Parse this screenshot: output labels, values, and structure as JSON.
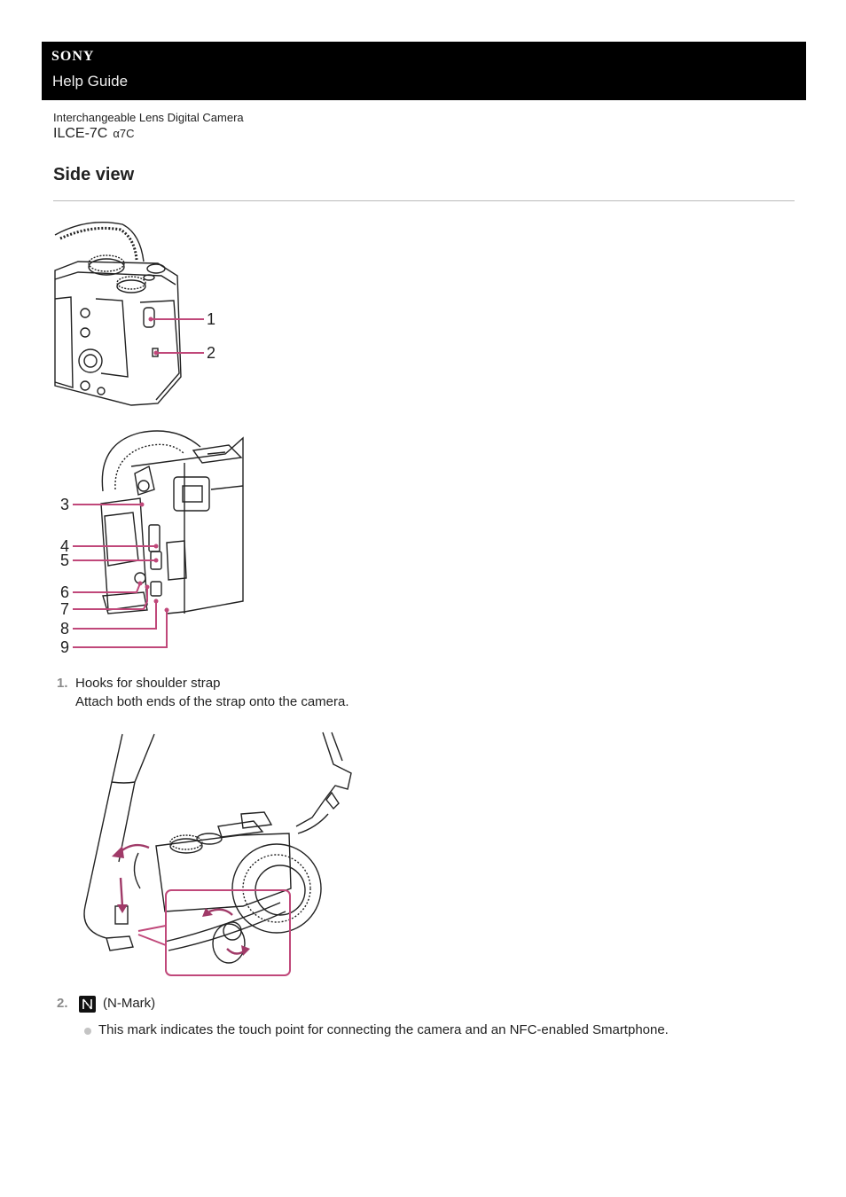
{
  "header": {
    "brand": "SONY",
    "guide": "Help Guide"
  },
  "product": {
    "line": "Interchangeable Lens Digital Camera",
    "model": "ILCE-7C",
    "alpha_name": "α7C"
  },
  "page": {
    "title": "Side view"
  },
  "figures": {
    "top_callouts": [
      "1",
      "2"
    ],
    "side_callouts": [
      "3",
      "4",
      "5",
      "6",
      "7",
      "8",
      "9"
    ]
  },
  "items": [
    {
      "number": "1.",
      "title": "Hooks for shoulder strap",
      "description": "Attach both ends of the strap onto the camera."
    },
    {
      "number": "2.",
      "icon": "n-mark-icon",
      "title": "(N-Mark)",
      "bullets": [
        "This mark indicates the touch point for connecting the camera and an NFC-enabled Smartphone."
      ]
    }
  ],
  "colors": {
    "header_bg": "#000000",
    "callout": "#c0487a",
    "line_art": "#222222"
  }
}
